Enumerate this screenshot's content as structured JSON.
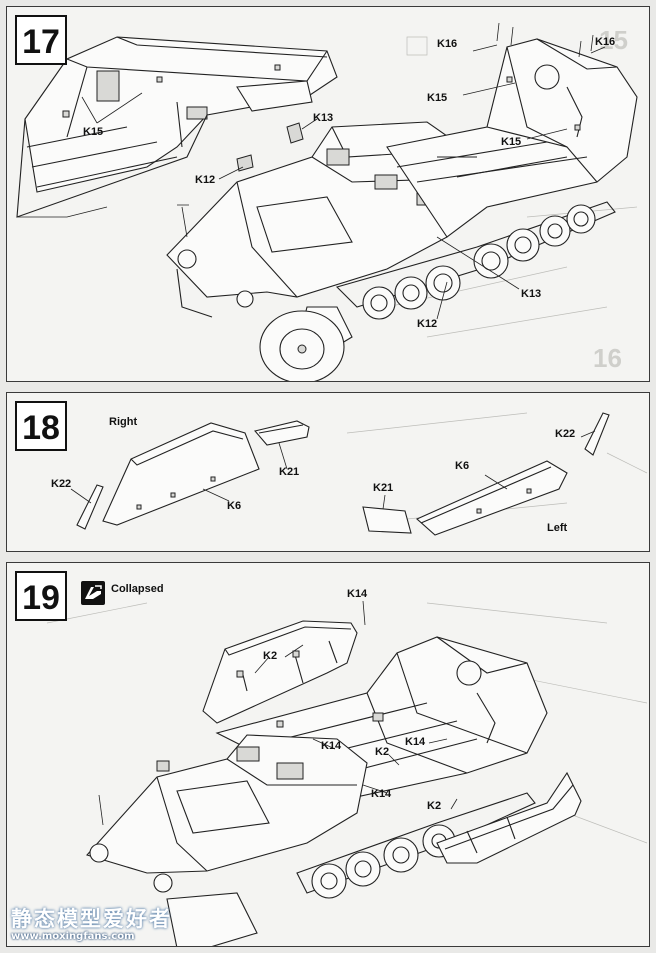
{
  "steps": {
    "s17": {
      "number": "17",
      "labels": {
        "k15_left": "K15",
        "k13_top": "K13",
        "k12_left": "K12",
        "k16_a": "K16",
        "k16_b": "K16",
        "k15_mid": "K15",
        "k15_right": "K15",
        "k13_bottom": "K13",
        "k12_bottom": "K12"
      }
    },
    "s18": {
      "number": "18",
      "right_text": "Right",
      "left_text": "Left",
      "labels": {
        "k22_left": "K22",
        "k21_left": "K21",
        "k6_left": "K6",
        "k21_right": "K21",
        "k6_right": "K6",
        "k22_right": "K22"
      }
    },
    "s19": {
      "number": "19",
      "collapsed_text": "Collapsed",
      "labels": {
        "k14_top": "K14",
        "k2_a": "K2",
        "k14_a": "K14",
        "k2_b": "K2",
        "k14_b": "K14",
        "k14_c": "K14",
        "k2_c": "K2"
      }
    }
  },
  "ghost_step_numbers": [
    "15",
    "16"
  ],
  "icons": [
    "collapsed-step-icon"
  ],
  "watermark": {
    "chinese": "静态模型爱好者",
    "url": "www.moxingfans.com"
  }
}
